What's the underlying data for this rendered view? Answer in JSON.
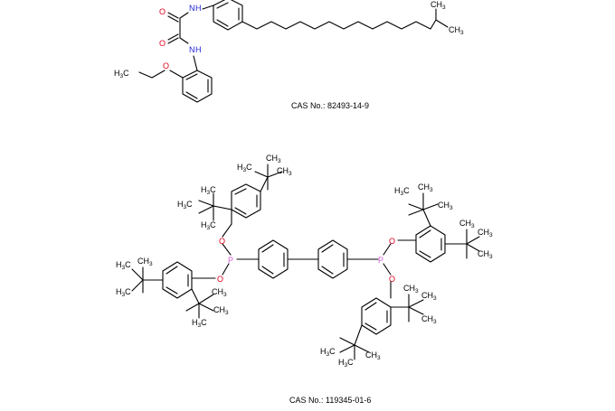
{
  "colors": {
    "bond": "#000000",
    "oxygen": "#e0001b",
    "nitrogen": "#1f1fd8",
    "phosphorus": "#d65fd6",
    "text": "#000000"
  },
  "molecules": [
    {
      "cas_label": "CAS No.: 82493-14-9",
      "atom_labels": {
        "o1": "O",
        "o2": "O",
        "n1": "N",
        "n2": "N",
        "o_ether": "O",
        "ethyl_c": "H",
        "ethyl_c_sub": "3",
        "ethyl_c_tail": "C",
        "ch3_top": "CH",
        "ch3_top_sub": "3",
        "ch3_bot": "CH",
        "ch3_bot_sub": "3",
        "h1": "H",
        "h2": "H"
      }
    },
    {
      "cas_label": "CAS No.: 119345-01-6",
      "atom_labels": {
        "o": "O",
        "p": "P",
        "me": "CH",
        "me_sub": "3",
        "h3c": "H",
        "h3c_sub": "3",
        "h3c_tail": "C"
      }
    }
  ]
}
